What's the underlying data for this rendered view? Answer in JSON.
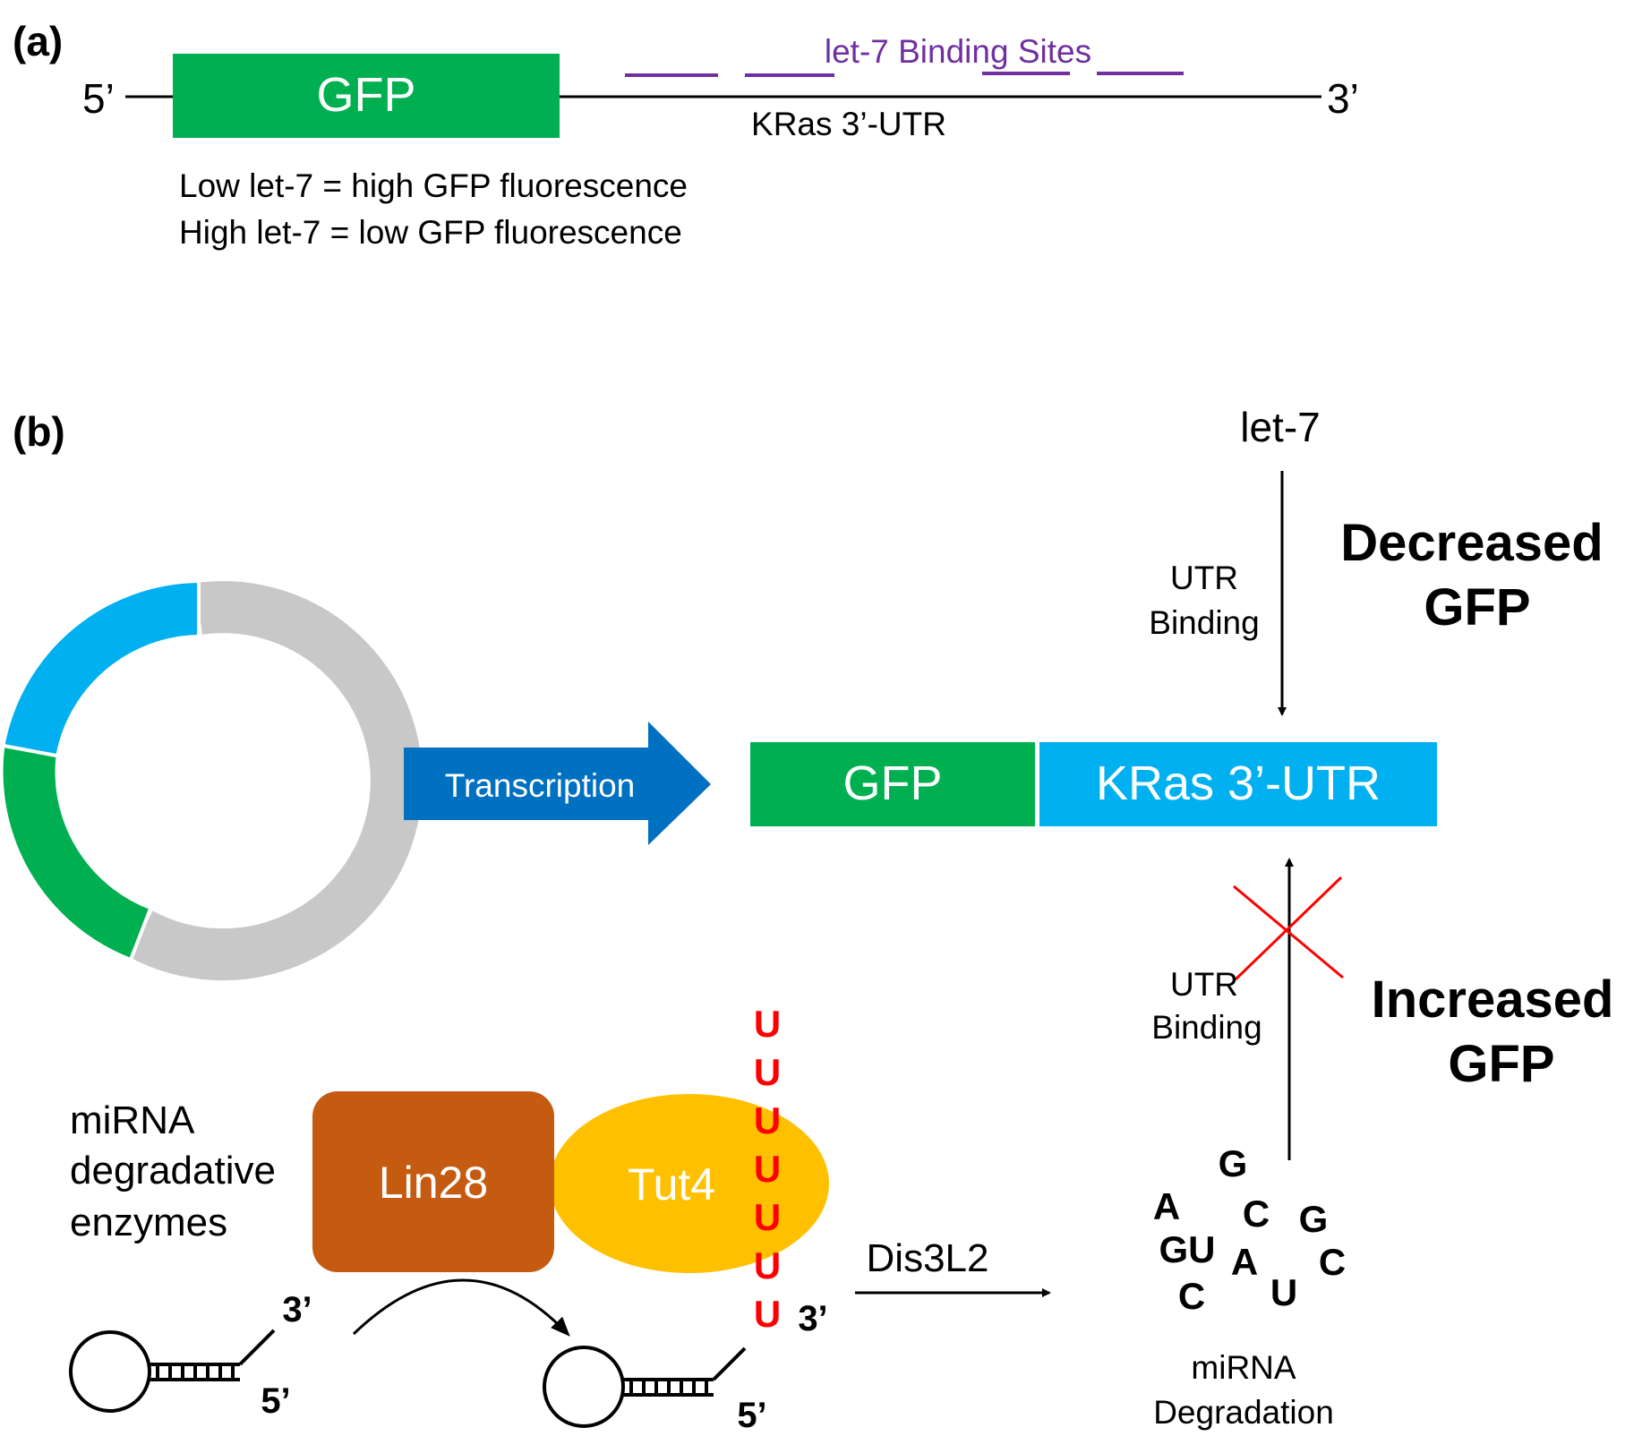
{
  "panel_a": {
    "label": "(a)",
    "five_prime": "5’",
    "three_prime": "3’",
    "gfp_label": "GFP",
    "binding_sites_label": "let-7 Binding Sites",
    "utr_label": "KRas 3’-UTR",
    "note_line_1": "Low let-7 = high GFP fluorescence",
    "note_line_2": "High let-7 = low GFP fluorescence"
  },
  "panel_b": {
    "label": "(b)",
    "let7_label": "let-7",
    "utr_binding_top_1": "UTR",
    "utr_binding_top_2": "Binding",
    "decreased_1": "Decreased",
    "decreased_2": "GFP",
    "transcription_label": "Transcription",
    "gfp_label": "GFP",
    "utr_box_label": "KRas 3’-UTR",
    "utr_binding_bottom_1": "UTR",
    "utr_binding_bottom_2": "Binding",
    "increased_1": "Increased",
    "increased_2": "GFP",
    "enzymes_1": "miRNA",
    "enzymes_2": "degradative",
    "enzymes_3": "enzymes",
    "lin28_label": "Lin28",
    "tut4_label": "Tut4",
    "u_tail": [
      "U",
      "U",
      "U",
      "U",
      "U",
      "U",
      "U"
    ],
    "dis3l2_label": "Dis3L2",
    "left_hairpin_3p": "3’",
    "left_hairpin_5p": "5’",
    "right_hairpin_3p": "3’",
    "right_hairpin_5p": "5’",
    "fragments": [
      "G",
      "A",
      "C",
      "G",
      "GU",
      "A",
      "C",
      "C",
      "U"
    ],
    "degradation_1": "miRNA",
    "degradation_2": "Degradation"
  },
  "colors": {
    "gfp_green": "#00b050",
    "utr_blue": "#00b0f0",
    "binding_purple": "#7030a0",
    "transcription_blue": "#0070c0",
    "lin28_brown": "#c55a11",
    "tut4_yellow": "#ffc000",
    "u_red": "#ff0000",
    "plasmid_gray": "#c8c8c8"
  }
}
